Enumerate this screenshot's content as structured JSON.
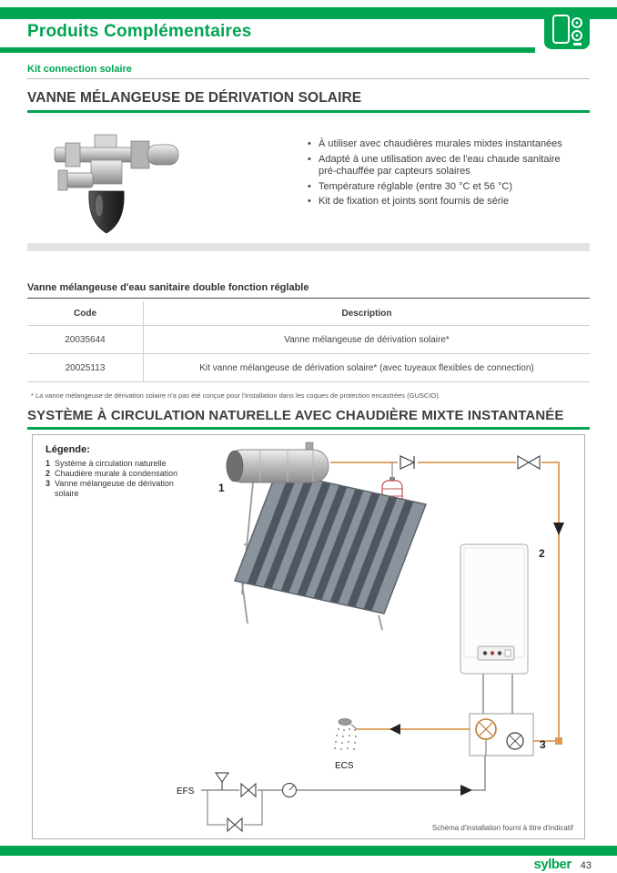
{
  "colors": {
    "green": "#00a551",
    "orange": "#dd9a55",
    "pipe_gray": "#8f8f8f"
  },
  "header": {
    "title": "Produits Complémentaires",
    "icon": "boiler-icon"
  },
  "kicker": "Kit connection solaire",
  "section1": {
    "title": "VANNE MÉLANGEUSE DE DÉRIVATION SOLAIRE",
    "bullets": [
      "À utiliser avec chaudières murales mixtes instantanées",
      "Adapté à une utilisation avec de l'eau chaude sanitaire pré-chauffée par capteurs solaires",
      "Température réglable (entre 30 °C et 56 °C)",
      "Kit de fixation et joints sont fournis de série"
    ]
  },
  "table": {
    "title": "Vanne mélangeuse d'eau sanitaire double fonction réglable",
    "headers": [
      "Code",
      "Description"
    ],
    "rows": [
      {
        "code": "20035644",
        "desc": "Vanne mélangeuse de dérivation solaire*"
      },
      {
        "code": "20025113",
        "desc": "Kit vanne mélangeuse de dérivation solaire* (avec tuyeaux flexibles de connection)"
      }
    ],
    "footnote": "* La vanne mélangeuse de dérivation solaire n'a pas été conçue pour l'installation dans les coques de protection encastrées (GUSCIO)."
  },
  "section2": {
    "title": "SYSTÈME À CIRCULATION NATURELLE AVEC CHAUDIÈRE MIXTE INSTANTANÉE",
    "legend": {
      "title": "Légende:",
      "items": [
        {
          "num": "1",
          "label": "Système à circulation naturelle"
        },
        {
          "num": "2",
          "label": "Chaudière murale à condensation"
        },
        {
          "num": "3",
          "label": "Vanne mélangeuse de dérivation solaire"
        }
      ]
    },
    "labels": {
      "collector": "1",
      "boiler": "2",
      "valve": "3",
      "efs": "EFS",
      "ecs": "ECS"
    },
    "caption": "Schéma d'installation fourni à titre d'indicatif"
  },
  "footer": {
    "brand": "sylber",
    "page": "43"
  }
}
